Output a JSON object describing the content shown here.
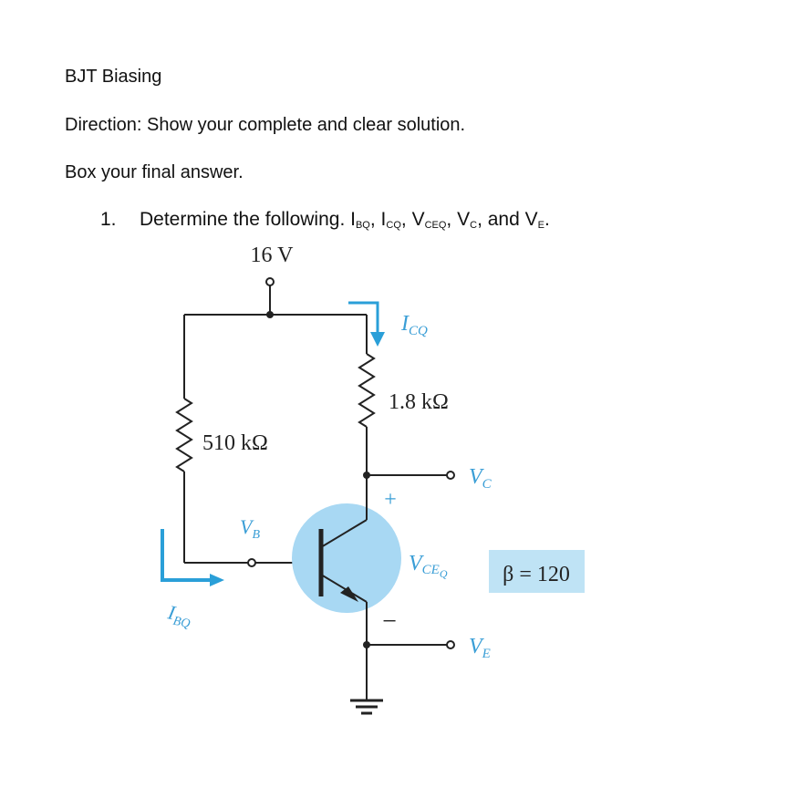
{
  "document": {
    "title": "BJT Biasing",
    "direction": "Direction: Show your complete and clear solution.",
    "box_answer": "Box your final answer.",
    "question": {
      "number": "1.",
      "prefix": "Determine the following. ",
      "terms": [
        {
          "main": "I",
          "sub": "BQ",
          "sep": ", "
        },
        {
          "main": "I",
          "sub": "CQ",
          "sep": ", "
        },
        {
          "main": "V",
          "sub": "CEQ",
          "sep": ", "
        },
        {
          "main": "V",
          "sub": "C",
          "sep": ", and "
        },
        {
          "main": "V",
          "sub": "E",
          "sep": "."
        }
      ]
    }
  },
  "circuit": {
    "supply_voltage": "16 V",
    "base_resistor": "510 kΩ",
    "collector_resistor": "1.8 kΩ",
    "beta": "β = 120",
    "labels": {
      "icq_main": "I",
      "icq_sub": "CQ",
      "vc_main": "V",
      "vc_sub": "C",
      "vb_main": "V",
      "vb_sub": "B",
      "vceq_main": "V",
      "vceq_sub": "CE",
      "vceq_sub2": "Q",
      "ve_main": "V",
      "ve_sub": "E",
      "ibq_main": "I",
      "ibq_sub": "BQ",
      "plus": "+",
      "minus": "−"
    },
    "colors": {
      "wire": "#222222",
      "transistor_fill": "#a8d8f3",
      "arrow": "#2a9fd8",
      "beta_box": "#bfe3f5",
      "label_blue": "#3a9ed6"
    }
  }
}
